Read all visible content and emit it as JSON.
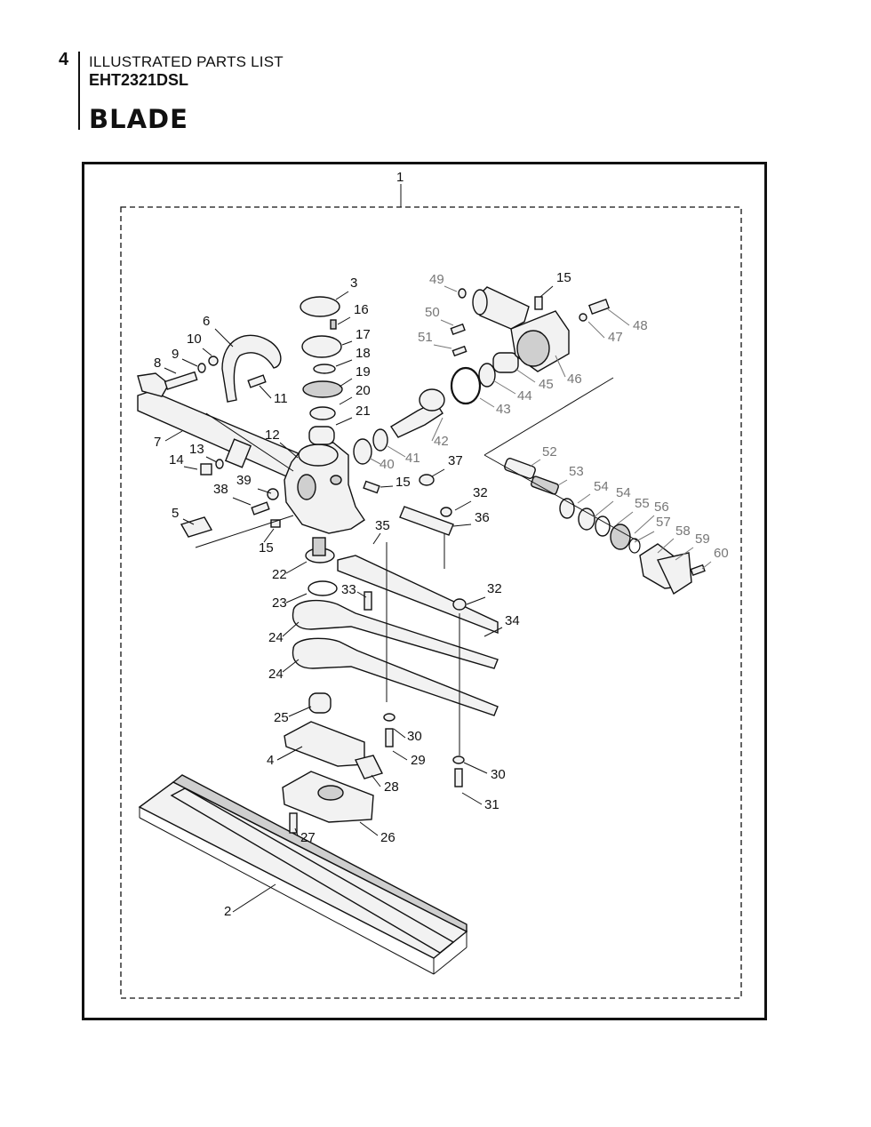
{
  "header": {
    "page_number": "4",
    "section_label": "ILLUSTRATED PARTS LIST",
    "model": "EHT2321DSL",
    "title": "BLADE"
  },
  "diagram": {
    "assembly_callout": "1",
    "callouts": [
      {
        "id": "c1",
        "label": "1",
        "style": "black"
      },
      {
        "id": "c2",
        "label": "2",
        "style": "black"
      },
      {
        "id": "c3",
        "label": "3",
        "style": "black"
      },
      {
        "id": "c4",
        "label": "4",
        "style": "black"
      },
      {
        "id": "c5",
        "label": "5",
        "style": "black"
      },
      {
        "id": "c6",
        "label": "6",
        "style": "black"
      },
      {
        "id": "c7",
        "label": "7",
        "style": "black"
      },
      {
        "id": "c8",
        "label": "8",
        "style": "black"
      },
      {
        "id": "c9",
        "label": "9",
        "style": "black"
      },
      {
        "id": "c10",
        "label": "10",
        "style": "black"
      },
      {
        "id": "c11",
        "label": "11",
        "style": "black"
      },
      {
        "id": "c12",
        "label": "12",
        "style": "black"
      },
      {
        "id": "c13",
        "label": "13",
        "style": "black"
      },
      {
        "id": "c14",
        "label": "14",
        "style": "black"
      },
      {
        "id": "c15a",
        "label": "15",
        "style": "black"
      },
      {
        "id": "c15b",
        "label": "15",
        "style": "black"
      },
      {
        "id": "c15c",
        "label": "15",
        "style": "black"
      },
      {
        "id": "c16",
        "label": "16",
        "style": "black"
      },
      {
        "id": "c17",
        "label": "17",
        "style": "black"
      },
      {
        "id": "c18",
        "label": "18",
        "style": "black"
      },
      {
        "id": "c19",
        "label": "19",
        "style": "black"
      },
      {
        "id": "c20",
        "label": "20",
        "style": "black"
      },
      {
        "id": "c21",
        "label": "21",
        "style": "black"
      },
      {
        "id": "c22",
        "label": "22",
        "style": "black"
      },
      {
        "id": "c23",
        "label": "23",
        "style": "black"
      },
      {
        "id": "c24a",
        "label": "24",
        "style": "black"
      },
      {
        "id": "c24b",
        "label": "24",
        "style": "black"
      },
      {
        "id": "c25",
        "label": "25",
        "style": "black"
      },
      {
        "id": "c26",
        "label": "26",
        "style": "black"
      },
      {
        "id": "c27",
        "label": "27",
        "style": "black"
      },
      {
        "id": "c28",
        "label": "28",
        "style": "black"
      },
      {
        "id": "c29",
        "label": "29",
        "style": "black"
      },
      {
        "id": "c30a",
        "label": "30",
        "style": "black"
      },
      {
        "id": "c30b",
        "label": "30",
        "style": "black"
      },
      {
        "id": "c31",
        "label": "31",
        "style": "black"
      },
      {
        "id": "c32a",
        "label": "32",
        "style": "black"
      },
      {
        "id": "c32b",
        "label": "32",
        "style": "black"
      },
      {
        "id": "c33",
        "label": "33",
        "style": "black"
      },
      {
        "id": "c34",
        "label": "34",
        "style": "black"
      },
      {
        "id": "c35",
        "label": "35",
        "style": "black"
      },
      {
        "id": "c36",
        "label": "36",
        "style": "black"
      },
      {
        "id": "c37",
        "label": "37",
        "style": "black"
      },
      {
        "id": "c38",
        "label": "38",
        "style": "black"
      },
      {
        "id": "c39",
        "label": "39",
        "style": "black"
      },
      {
        "id": "c40",
        "label": "40",
        "style": "gray"
      },
      {
        "id": "c41",
        "label": "41",
        "style": "gray"
      },
      {
        "id": "c42",
        "label": "42",
        "style": "gray"
      },
      {
        "id": "c43",
        "label": "43",
        "style": "gray"
      },
      {
        "id": "c44",
        "label": "44",
        "style": "gray"
      },
      {
        "id": "c45",
        "label": "45",
        "style": "gray"
      },
      {
        "id": "c46",
        "label": "46",
        "style": "gray"
      },
      {
        "id": "c47",
        "label": "47",
        "style": "gray"
      },
      {
        "id": "c48",
        "label": "48",
        "style": "gray"
      },
      {
        "id": "c49",
        "label": "49",
        "style": "gray"
      },
      {
        "id": "c50",
        "label": "50",
        "style": "gray"
      },
      {
        "id": "c51",
        "label": "51",
        "style": "gray"
      },
      {
        "id": "c52",
        "label": "52",
        "style": "gray"
      },
      {
        "id": "c53",
        "label": "53",
        "style": "gray"
      },
      {
        "id": "c54a",
        "label": "54",
        "style": "gray"
      },
      {
        "id": "c54b",
        "label": "54",
        "style": "gray"
      },
      {
        "id": "c55",
        "label": "55",
        "style": "gray"
      },
      {
        "id": "c56",
        "label": "56",
        "style": "gray"
      },
      {
        "id": "c57",
        "label": "57",
        "style": "gray"
      },
      {
        "id": "c58",
        "label": "58",
        "style": "gray"
      },
      {
        "id": "c59",
        "label": "59",
        "style": "gray"
      },
      {
        "id": "c60",
        "label": "60",
        "style": "gray"
      }
    ]
  }
}
